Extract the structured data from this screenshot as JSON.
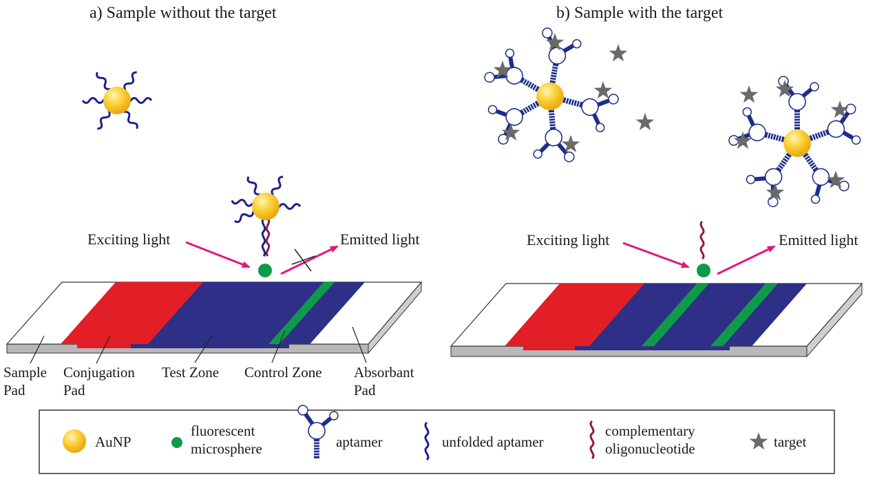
{
  "titles": {
    "a": "a) Sample without the target",
    "b": "b) Sample with the target"
  },
  "light": {
    "exciting": "Exciting light",
    "emitted": "Emitted light"
  },
  "strip_labels": {
    "sample_pad": [
      "Sample",
      "Pad"
    ],
    "conjugation_pad": [
      "Conjugation",
      "Pad"
    ],
    "test_zone": "Test Zone",
    "control_zone": "Control Zone",
    "absorbant_pad": [
      "Absorbant",
      "Pad"
    ]
  },
  "legend": {
    "aunp": "AuNP",
    "microsphere": [
      "fluorescent",
      "microsphere"
    ],
    "aptamer": "aptamer",
    "unfolded": "unfolded aptamer",
    "complementary": [
      "complementary",
      "oligonucleotide"
    ],
    "target": "target"
  },
  "icons": {
    "aunp": "gold-nanoparticle-icon",
    "microsphere": "green-microsphere-icon",
    "aptamer": "hairpin-aptamer-icon",
    "unfolded": "blue-wavy-strand-icon",
    "complementary": "maroon-wavy-strand-icon",
    "target": "gray-star-icon"
  },
  "colors": {
    "conjugation_pad": "#e21f26",
    "nitrocellulose": "#2e2f86",
    "zone_line": "#0f9a4a",
    "gold": "#f7b614",
    "microsphere": "#0f9a4a",
    "unfolded_aptamer": "#1c1f8a",
    "aptamer": "#1c2e8a",
    "complementary": "#8b1c3e",
    "arrow": "#e4157b",
    "target": "#6a6a6a"
  }
}
